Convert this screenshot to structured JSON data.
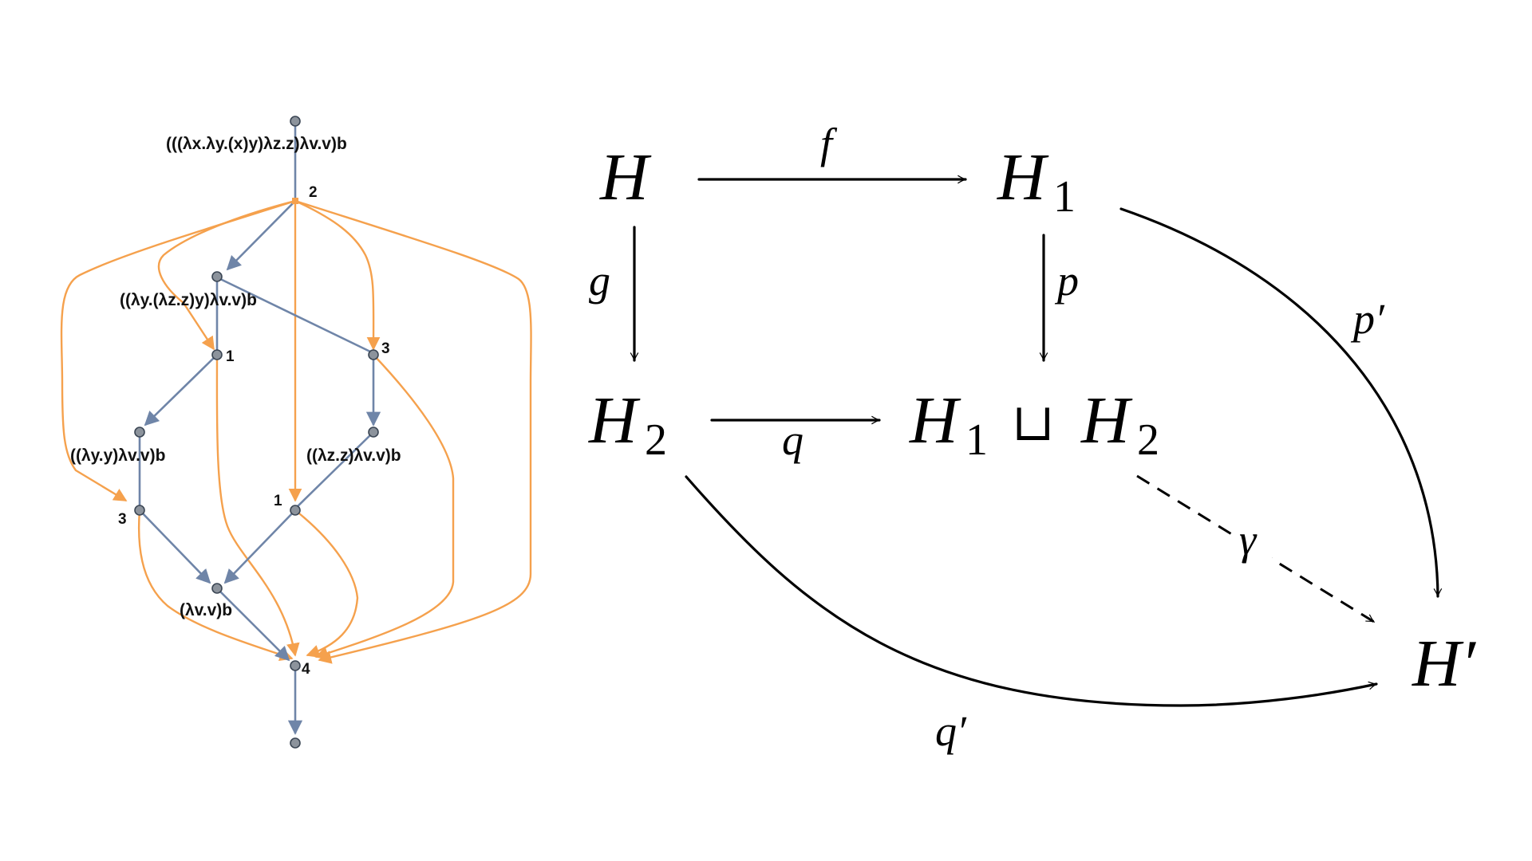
{
  "reduction_graph": {
    "terms": {
      "root": "(((λx.λy.(x)y)λz.z)λv.v)b",
      "left1": "((λy.(λz.z)y)λv.v)b",
      "left2": "((λy.y)λv.v)b",
      "right2": "((λz.z)λv.v)b",
      "bottom": "(λv.v)b"
    },
    "step_labels": {
      "n2": "2",
      "n1a": "1",
      "n3a": "3",
      "n1b": "1",
      "n3b": "3",
      "n4": "4"
    },
    "colors": {
      "reduction_edge": "#6f85a8",
      "path_edge": "#f5a14d",
      "node_fill": "#8c939c"
    }
  },
  "pushout_diagram": {
    "objects": {
      "H": "H",
      "H1": {
        "base": "H",
        "sub": "1"
      },
      "H2": {
        "base": "H",
        "sub": "2"
      },
      "coproduct": {
        "left_base": "H",
        "left_sub": "1",
        "operator": "⊔",
        "right_base": "H",
        "right_sub": "2"
      },
      "H_prime": "H′"
    },
    "morphisms": {
      "f": "f",
      "g": "g",
      "p": "p",
      "q": "q",
      "p_prime": "p′",
      "q_prime": "q′",
      "gamma": "γ"
    }
  }
}
